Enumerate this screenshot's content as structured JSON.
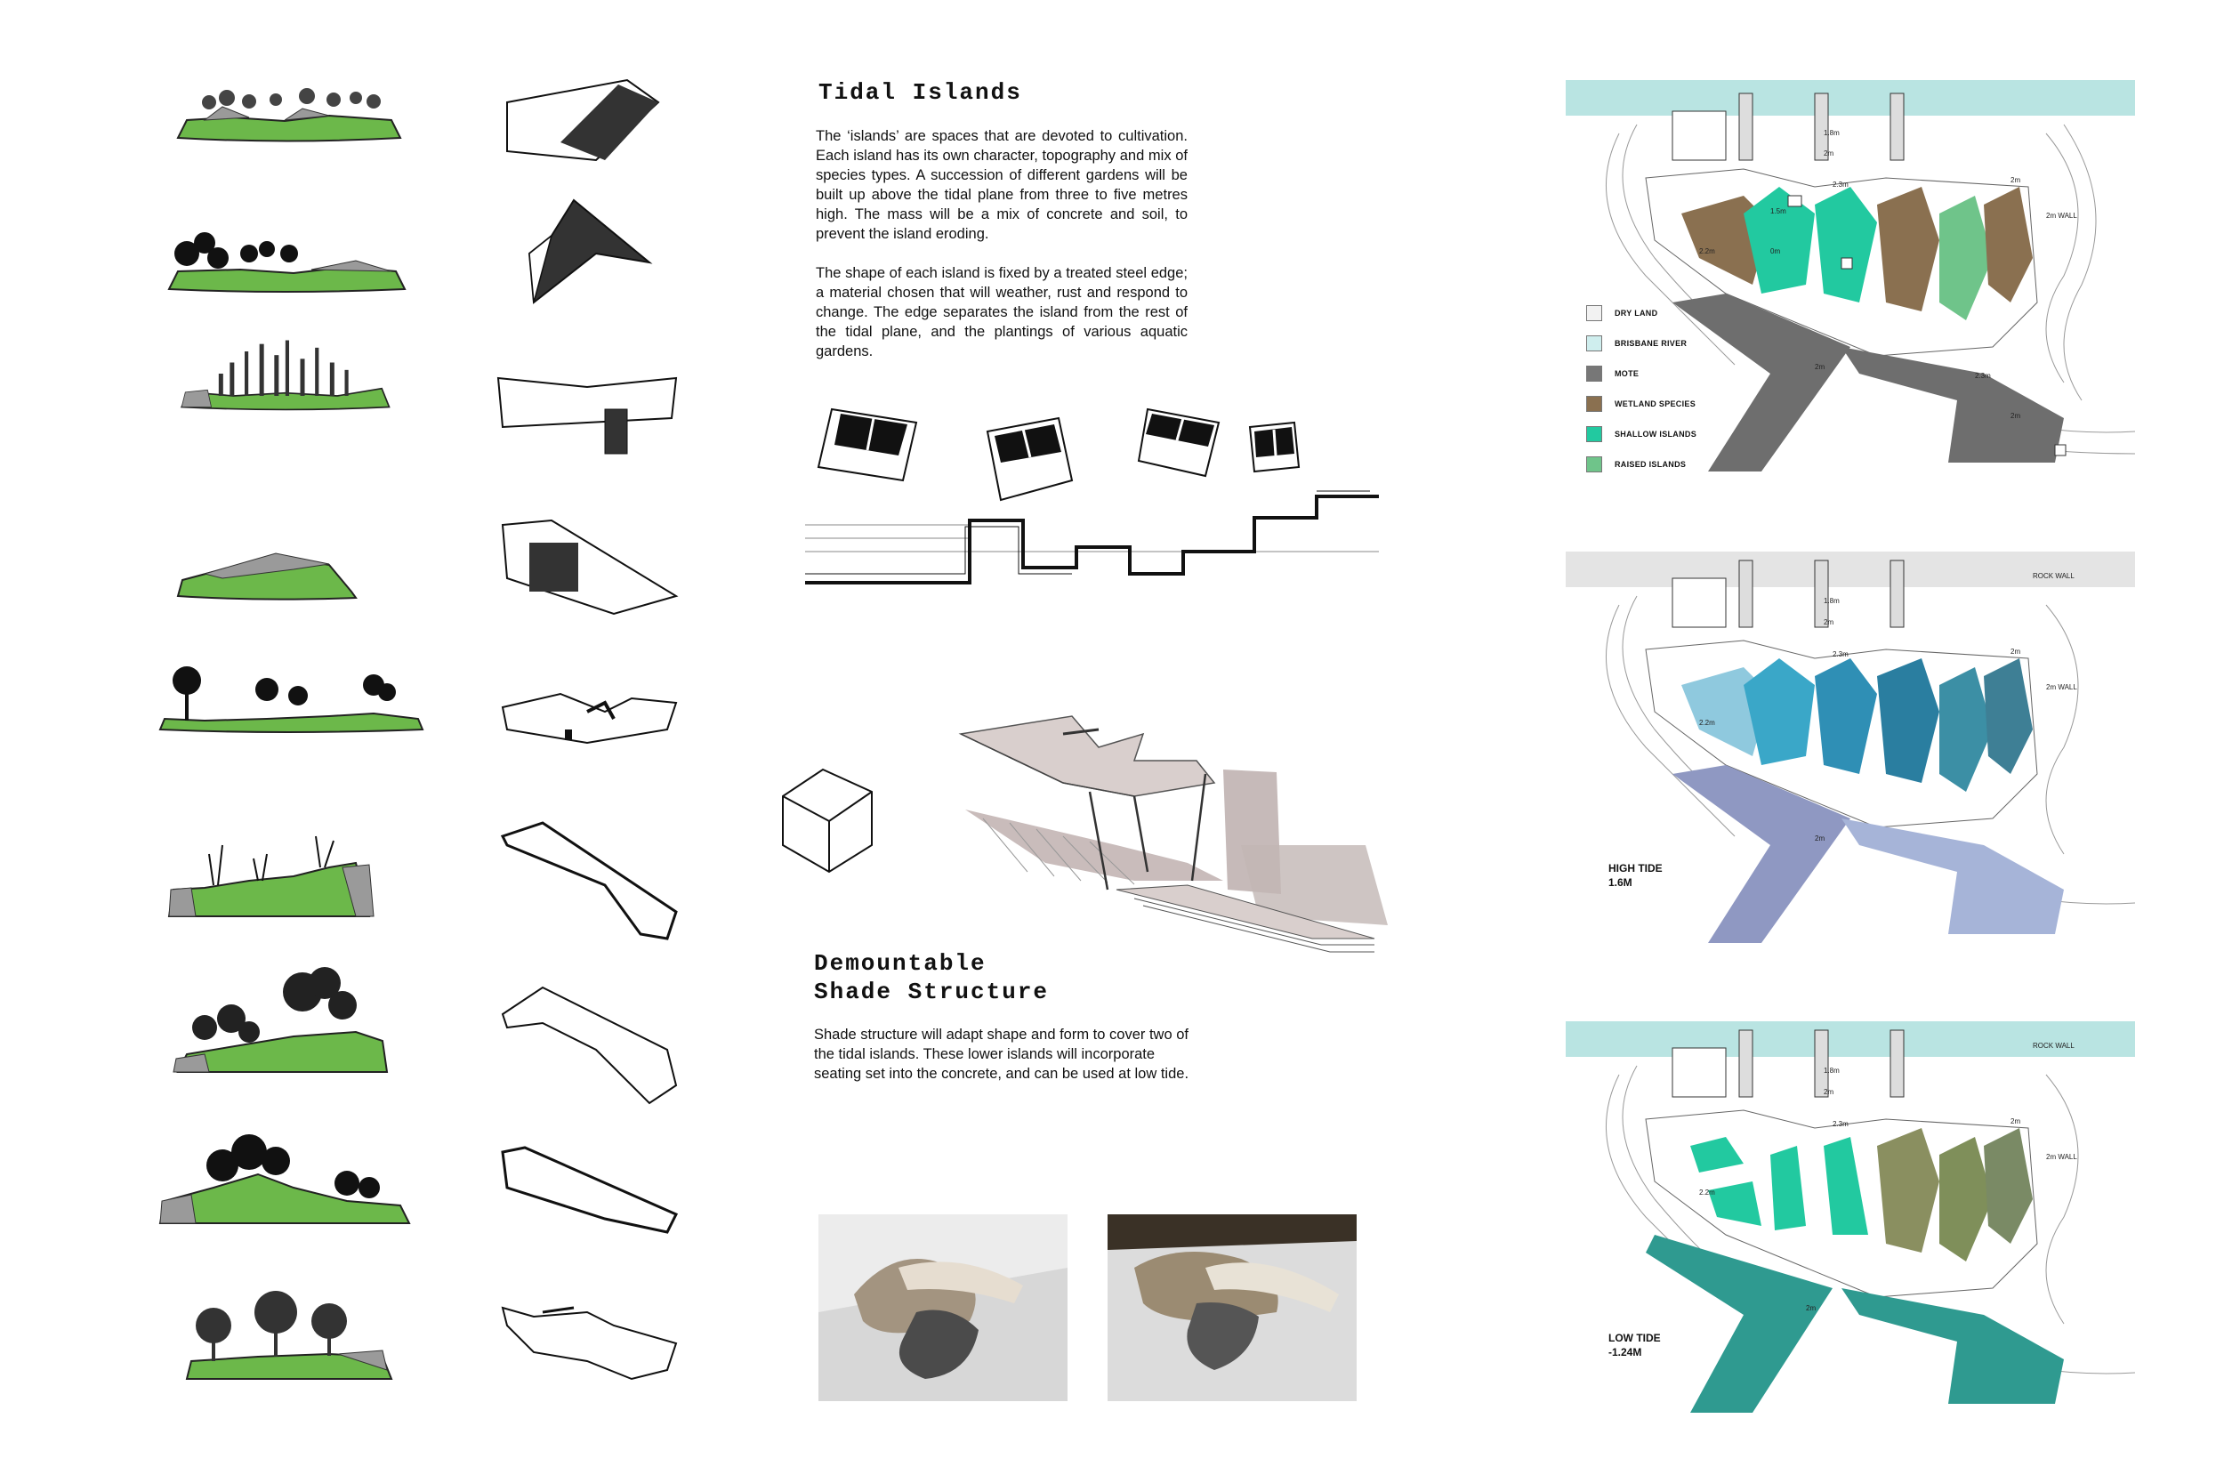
{
  "tidal_islands": {
    "title": "Tidal Islands",
    "paragraph_1": "The ‘islands’ are spaces that are devoted to cultivation. Each island has its own character, topography and mix of species types. A succession of different gardens will be built up above the tidal plane from three to five metres high. The mass will be a mix of concrete and soil, to prevent the island eroding.",
    "paragraph_2": "The shape of each island is fixed by a treated steel edge; a material chosen that will weather, rust and respond to change. The edge separates the island from the rest of the tidal plane, and the plantings of various aquatic gardens."
  },
  "shade_structure": {
    "title_line_1": "Demountable",
    "title_line_2": "Shade Structure",
    "description": "Shade structure will adapt shape and form to cover two of the tidal islands. These lower islands will incorporate seating set into the concrete, and can be used at low tide."
  },
  "legend": [
    {
      "label": "DRY LAND",
      "color": "#f2f2f2"
    },
    {
      "label": "BRISBANE RIVER",
      "color": "#cfeeee"
    },
    {
      "label": "MOTE",
      "color": "#777777"
    },
    {
      "label": "WETLAND SPECIES",
      "color": "#8a7050"
    },
    {
      "label": "SHALLOW ISLANDS",
      "color": "#22c9a0"
    },
    {
      "label": "RAISED ISLANDS",
      "color": "#6fc48a"
    }
  ],
  "maps": {
    "levels": [
      "1.8m",
      "2m",
      "2.3m",
      "2m",
      "2.2m",
      "0m",
      "1.5m",
      "2m",
      "2.3m",
      "2m"
    ],
    "wall_label": "2m WALL",
    "rock_wall": "ROCK WALL",
    "high_tide": {
      "line_1": "HIGH TIDE",
      "line_2": "1.6M"
    },
    "low_tide": {
      "line_1": "LOW TIDE",
      "line_2": "-1.24M"
    }
  },
  "colors": {
    "grass": "#6cb84a",
    "rock": "#9a9a9a",
    "river": "#b9e4e2",
    "mote": "#6e6e6e",
    "wetland": "#8a7050",
    "shallow": "#22c9a0",
    "high_water": "#8fb3d6",
    "low_water": "#2f9a90"
  }
}
